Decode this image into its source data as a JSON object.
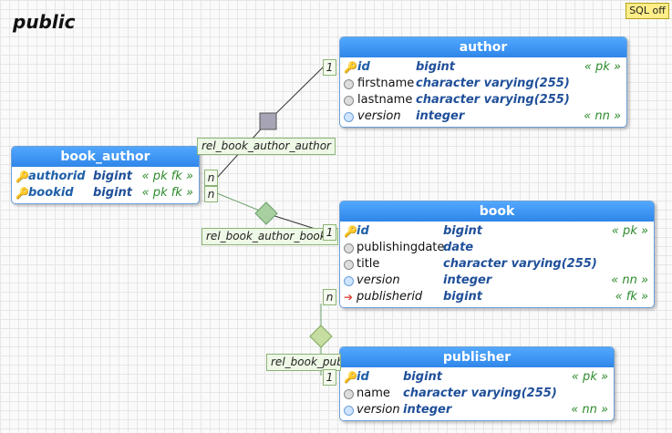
{
  "schema": "public",
  "sql_toggle": "SQL off",
  "tables": {
    "author": {
      "name": "author",
      "columns": [
        {
          "name": "id",
          "type": "bigint",
          "tag": "« pk »"
        },
        {
          "name": "firstname",
          "type": "character varying(255)",
          "tag": ""
        },
        {
          "name": "lastname",
          "type": "character varying(255)",
          "tag": ""
        },
        {
          "name": "version",
          "type": "integer",
          "tag": "« nn »"
        }
      ]
    },
    "book_author": {
      "name": "book_author",
      "columns": [
        {
          "name": "authorid",
          "type": "bigint",
          "tag": "« pk fk »"
        },
        {
          "name": "bookid",
          "type": "bigint",
          "tag": "« pk fk »"
        }
      ]
    },
    "book": {
      "name": "book",
      "columns": [
        {
          "name": "id",
          "type": "bigint",
          "tag": "« pk »"
        },
        {
          "name": "publishingdate",
          "type": "date",
          "tag": ""
        },
        {
          "name": "title",
          "type": "character varying(255)",
          "tag": ""
        },
        {
          "name": "version",
          "type": "integer",
          "tag": "« nn »"
        },
        {
          "name": "publisherid",
          "type": "bigint",
          "tag": "« fk »"
        }
      ]
    },
    "publisher": {
      "name": "publisher",
      "columns": [
        {
          "name": "id",
          "type": "bigint",
          "tag": "« pk »"
        },
        {
          "name": "name",
          "type": "character varying(255)",
          "tag": ""
        },
        {
          "name": "version",
          "type": "integer",
          "tag": "« nn »"
        }
      ]
    }
  },
  "relations": {
    "author_rel": {
      "label": "rel_book_author_author",
      "from_card": "n",
      "to_card": "1"
    },
    "book_rel": {
      "label": "rel_book_author_book",
      "from_card": "n",
      "to_card": "1"
    },
    "publisher_rel": {
      "label": "rel_book_publisher",
      "from_card": "n",
      "to_card": "1"
    }
  },
  "icons": {
    "primary_key": "key-icon",
    "column": "column-dot-icon",
    "not_null": "not-null-dot-icon",
    "foreign_key": "foreign-key-icon"
  },
  "colors": {
    "header": "#2f86e8",
    "pk_text": "#1f5fa8",
    "type_text": "#1f4f99",
    "tag_text": "#2e8a2e",
    "relation_label_bg": "#eef8e6"
  }
}
